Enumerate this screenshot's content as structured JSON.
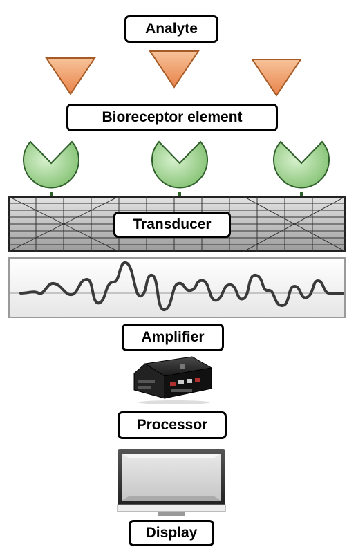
{
  "labels": {
    "analyte": "Analyte",
    "bioreceptor": "Bioreceptor element",
    "transducer": "Transducer",
    "amplifier": "Amplifier",
    "processor": "Processor",
    "display": "Display"
  },
  "icons": {
    "analyte": "triangle-icon",
    "bioreceptor": "receptor-icon",
    "transducer": "grid-block",
    "signal": "waveform",
    "processor": "processor-device-icon",
    "display": "monitor-icon"
  },
  "colors": {
    "analyte_fill": "#f2a36a",
    "receptor_fill": "#a8d99b",
    "transducer_fill": "#c8c8c8",
    "waveform_stroke": "#444444"
  }
}
